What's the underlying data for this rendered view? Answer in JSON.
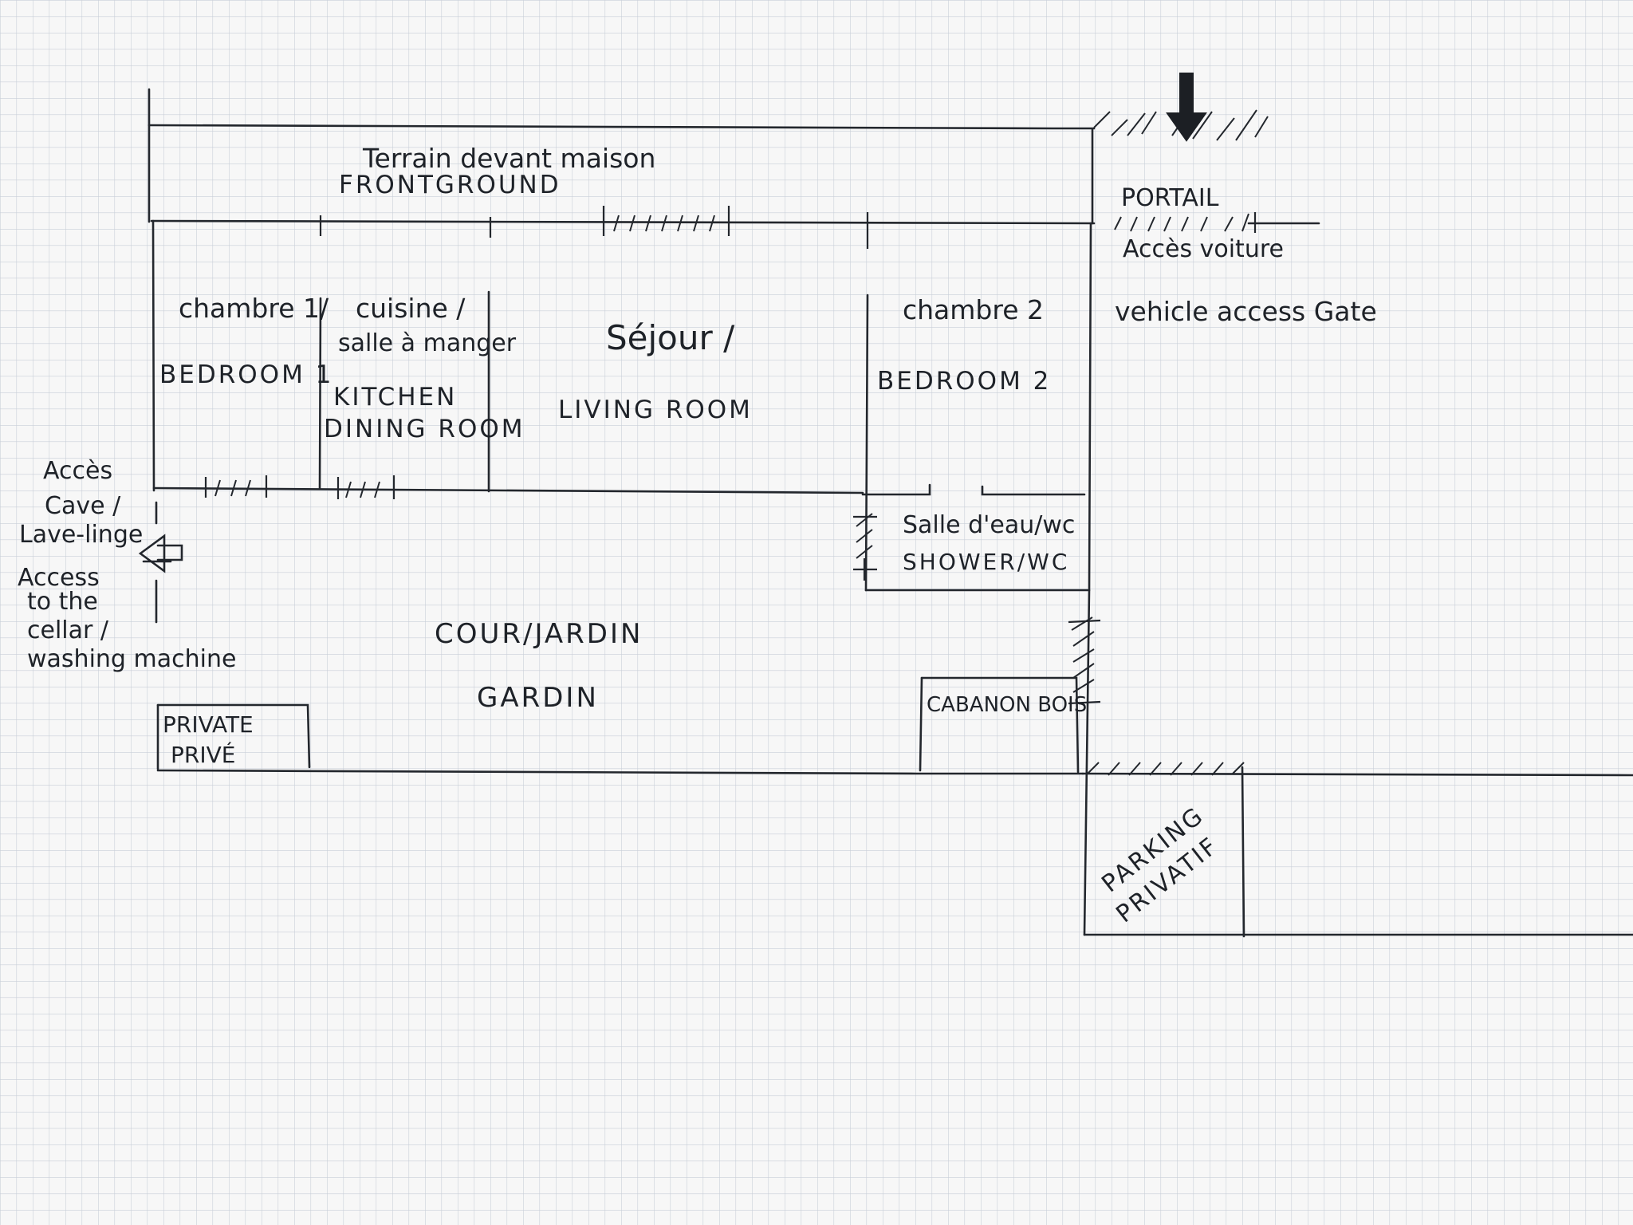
{
  "plan": {
    "front_ground": {
      "line1": "Terrain devant maison",
      "line2": "FRONTGROUND"
    },
    "gate": {
      "portail": "PORTAIL",
      "acces_voiture": "Accès voiture",
      "vehicle_access": "vehicle access Gate"
    },
    "rooms": {
      "bedroom1_fr": "chambre 1/",
      "bedroom1_en": "BEDROOM 1",
      "kitchen_fr_1": "cuisine /",
      "kitchen_fr_2": "salle à manger",
      "kitchen_en_1": "KITCHEN",
      "kitchen_en_2": "DINING ROOM",
      "living_fr": "Séjour /",
      "living_en": "LIVING ROOM",
      "bedroom2_fr": "chambre 2",
      "bedroom2_en": "BEDROOM 2",
      "shower_fr": "Salle d'eau/wc",
      "shower_en": "SHOWER/WC"
    },
    "cellar": {
      "fr_1": "Accès",
      "fr_2": "Cave /",
      "fr_3": "Lave-linge",
      "en_1": "Access",
      "en_2": "to the",
      "en_3": "cellar /",
      "en_4": "washing machine"
    },
    "yard": {
      "fr": "COUR/JARDIN",
      "en": "GARDIN"
    },
    "private": {
      "en": "PRIVATE",
      "fr": "PRIVÉ"
    },
    "shed": "CABANON BOIS",
    "parking": {
      "line1": "PARKING",
      "line2": "PRIVATIF"
    }
  },
  "colors": {
    "paper": "#f7f7f7",
    "grid": "#c9cfd8",
    "ink": "#23272d"
  }
}
